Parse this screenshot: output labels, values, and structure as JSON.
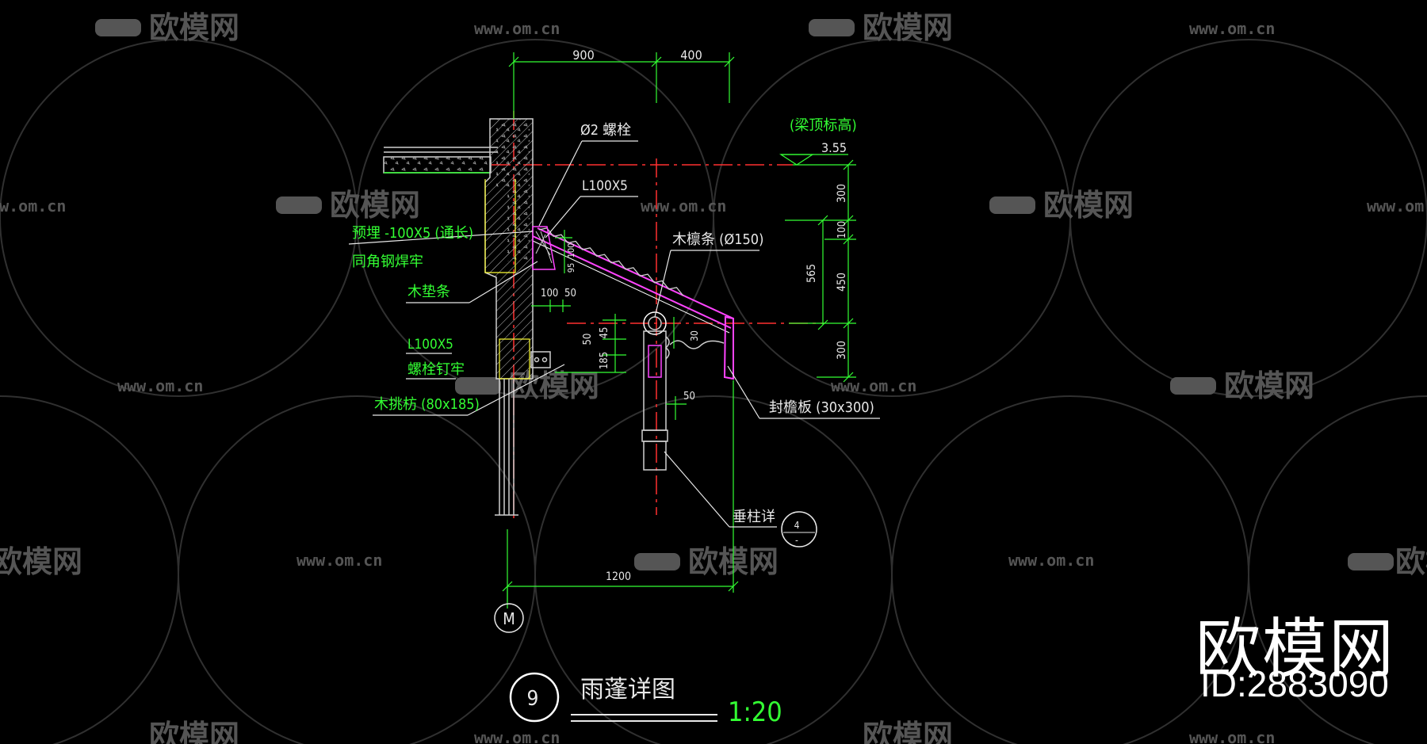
{
  "watermark": {
    "site": "www.om.cn",
    "brand_cn": "欧模网",
    "stamp_brand": "欧模网",
    "stamp_id": "ID:2883090"
  },
  "drawing": {
    "title": "雨蓬详图",
    "scale": "1:20",
    "detail_number": "9",
    "axis_label": "M",
    "ref_circle_number": "4",
    "ref_circle_sub": "-",
    "dims": {
      "top_left": "900",
      "top_right": "400",
      "bottom": "1200",
      "right_total": "565",
      "right_1": "300",
      "right_2": "100",
      "right_3": "450",
      "right_4": "300",
      "d100_left": "100",
      "d50_top": "50",
      "d45": "45",
      "d50_mid": "50",
      "d185": "185",
      "d30": "30",
      "d50_low": "50",
      "d100_slope": "100",
      "d95_slope": "95"
    },
    "elevation": {
      "label": "(梁顶标高)",
      "value": "3.55"
    },
    "labels": {
      "bolt": "Ø2  螺栓",
      "angle_top": "L100X5",
      "embed": "预埋 -100X5  (通长)",
      "weld": "同角钢焊牢",
      "wood_pad": "木垫条",
      "purlin": "木檩条 (Ø150)",
      "angle_bottom": "L100X5",
      "bolt_fix": "螺栓钉牢",
      "beam": "木挑枋  (80x185)",
      "fascia": "封檐板 (30x300)",
      "hanging_post": "垂柱详"
    }
  }
}
